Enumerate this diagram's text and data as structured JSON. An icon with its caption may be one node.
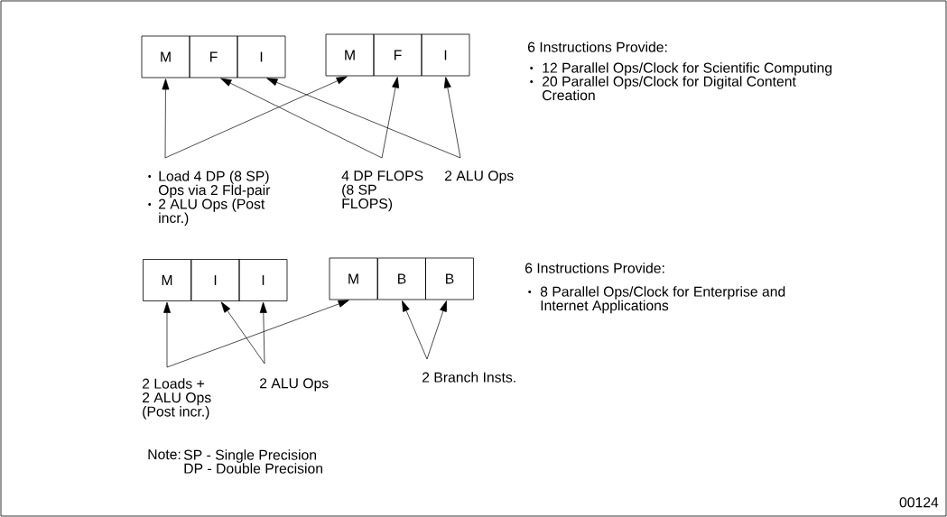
{
  "diagram": {
    "nodes": [
      {
        "text": [
          "M"
        ]
      },
      {
        "text": [
          "F"
        ]
      },
      {
        "text": [
          "I"
        ]
      },
      {
        "text": [
          "M"
        ]
      },
      {
        "text": [
          "F"
        ]
      },
      {
        "text": [
          "I"
        ]
      },
      {
        "text": [
          "M"
        ]
      },
      {
        "text": [
          "I"
        ]
      },
      {
        "text": [
          "I"
        ]
      },
      {
        "text": [
          "M"
        ]
      },
      {
        "text": [
          "B"
        ]
      },
      {
        "text": [
          "B"
        ]
      },
      {
        "text": [
          "Load 4 DP (8 SP) Ops via 2 Fld-pair",
          "2 ALU Ops (Post incr.)"
        ]
      },
      {
        "text": [
          "4 DP FLOPS (8 SP FLOPS)"
        ]
      },
      {
        "text": [
          "2 ALU Ops"
        ]
      },
      {
        "text": [
          "2 Loads + 2 ALU Ops (Post incr.)"
        ]
      },
      {
        "text": [
          "2 ALU Ops"
        ]
      },
      {
        "text": [
          "2 Branch Insts."
        ]
      }
    ],
    "edges": [
      {
        "from": 12,
        "to": 0,
        "arrow": "to"
      },
      {
        "from": 12,
        "to": 3,
        "arrow": "to"
      },
      {
        "from": 13,
        "to": 1,
        "arrow": "to"
      },
      {
        "from": 13,
        "to": 4,
        "arrow": "to"
      },
      {
        "from": 14,
        "to": 2,
        "arrow": "to"
      },
      {
        "from": 14,
        "to": 5,
        "arrow": "to"
      },
      {
        "from": 15,
        "to": 6,
        "arrow": "to"
      },
      {
        "from": 15,
        "to": 9,
        "arrow": "to"
      },
      {
        "from": 16,
        "to": 7,
        "arrow": "to"
      },
      {
        "from": 16,
        "to": 8,
        "arrow": "to"
      },
      {
        "from": 17,
        "to": 10,
        "arrow": "to"
      },
      {
        "from": 17,
        "to": 11,
        "arrow": "to"
      }
    ],
    "labels": [
      "6 Instructions Provide:",
      "12 Parallel Ops/Clock for Scientific Computing",
      "20 Parallel Ops/Clock for Digital Content Creation",
      "6 Instructions Provide:",
      "8 Parallel Ops/Clock for Enterprise and Internet Applications",
      "Note:",
      "SP - Single Precision",
      "DP - Double Precision",
      "00124"
    ]
  }
}
